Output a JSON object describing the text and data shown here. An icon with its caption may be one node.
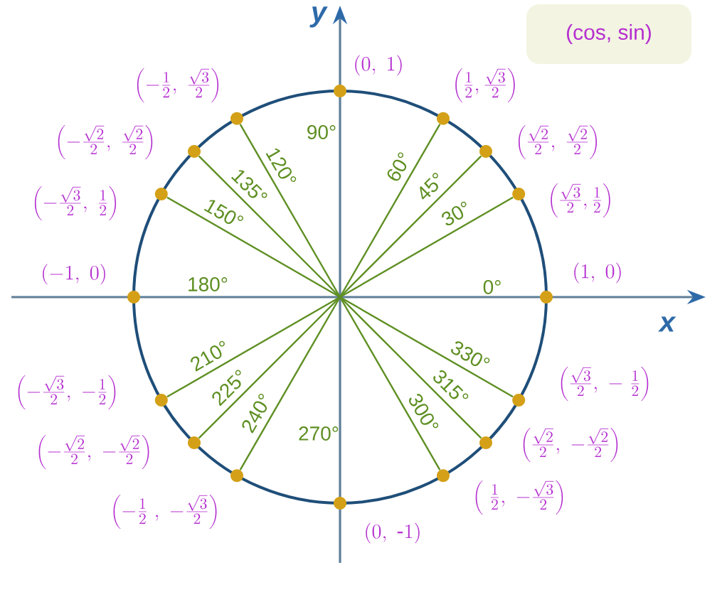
{
  "diagram": {
    "nodes": [
      {
        "text": [
          "(cos, sin)"
        ]
      },
      {
        "text": [],
        "shape": "circle",
        "beside": [
          "(1,\\ 0)"
        ]
      },
      {
        "text": [],
        "shape": "circle",
        "beside": [
          "\\left(\\frac{\\sqrt{3}}{2},\\frac{1}{2}\\right)"
        ]
      },
      {
        "text": [],
        "shape": "circle",
        "beside": [
          "\\left(\\frac{\\sqrt{2}}{2},\\ \\frac{\\sqrt{2}}{2}\\right)"
        ]
      },
      {
        "text": [],
        "shape": "circle",
        "beside": [
          "\\left(\\frac{1}{2},\\frac{\\sqrt{3}}{2}\\right)"
        ]
      },
      {
        "text": [],
        "shape": "circle",
        "beside": [
          "(0,\\ 1)"
        ]
      },
      {
        "text": [],
        "shape": "circle",
        "beside": [
          "\\left(-\\frac{1}{2},\\ \\frac{\\sqrt{3}}{2}\\right)"
        ]
      },
      {
        "text": [],
        "shape": "circle",
        "beside": [
          "\\left(-\\frac{\\sqrt{2}}{2},\\ \\frac{\\sqrt{2}}{2}\\right)"
        ]
      },
      {
        "text": [],
        "shape": "circle",
        "beside": [
          "\\left(-\\frac{\\sqrt{3}}{2},\\ \\frac{1}{2}\\right)"
        ]
      },
      {
        "text": [],
        "shape": "circle",
        "beside": [
          "(-1,\\ 0)"
        ]
      },
      {
        "text": [],
        "shape": "circle",
        "beside": [
          "\\left(-\\frac{\\sqrt{3}}{2},\\ -\\frac{1}{2}\\right)"
        ]
      },
      {
        "text": [],
        "shape": "circle",
        "beside": [
          "\\left(-\\frac{\\sqrt{2}}{2},\\ -\\frac{\\sqrt{2}}{2}\\right)"
        ]
      },
      {
        "text": [],
        "shape": "circle",
        "beside": [
          "\\left(-\\frac{1}{2}\\ ,\\ -\\frac{\\sqrt{3}}{2}\\right)"
        ]
      },
      {
        "text": [],
        "shape": "circle",
        "beside": [
          "(0,\\ \\mbox{-}1)"
        ]
      },
      {
        "text": [],
        "shape": "circle",
        "beside": [
          "\\left(\\ \\frac{1}{2},\\ -\\frac{\\sqrt{3}}{2}\\right)"
        ]
      },
      {
        "text": [],
        "shape": "circle",
        "beside": [
          "\\left(\\frac{\\sqrt{2}}{2},\\ -\\frac{\\sqrt{2}}{2}\\right)"
        ]
      },
      {
        "text": [],
        "shape": "circle",
        "beside": [
          "\\left(\\frac{\\sqrt{3}}{2},\\ -\\ \\frac{1}{2}\\right)"
        ]
      }
    ],
    "edges": [
      {
        "from": null,
        "to": 2,
        "arrow": "none",
        "label": "30°"
      },
      {
        "from": null,
        "to": 3,
        "arrow": "none",
        "label": "45°"
      },
      {
        "from": null,
        "to": 4,
        "arrow": "none",
        "label": "60°"
      },
      {
        "from": null,
        "to": 6,
        "arrow": "none",
        "label": "120°"
      },
      {
        "from": null,
        "to": 7,
        "arrow": "none",
        "label": "135°"
      },
      {
        "from": null,
        "to": 8,
        "arrow": "none",
        "label": "150°"
      },
      {
        "from": null,
        "to": 10,
        "arrow": "none",
        "label": "210°"
      },
      {
        "from": null,
        "to": 11,
        "arrow": "none",
        "label": "225°"
      },
      {
        "from": null,
        "to": 12,
        "arrow": "none",
        "label": "240°"
      },
      {
        "from": null,
        "to": 14,
        "arrow": "none",
        "label": "300°"
      },
      {
        "from": null,
        "to": 15,
        "arrow": "none",
        "label": "315°"
      },
      {
        "from": null,
        "to": 16,
        "arrow": "none",
        "label": "330°"
      }
    ],
    "labels": [
      "y",
      "90°",
      "180°",
      "0°",
      "x",
      "270°"
    ]
  }
}
